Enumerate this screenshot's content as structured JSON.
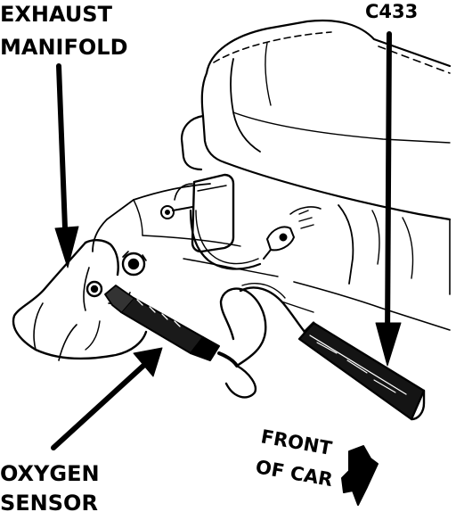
{
  "labels": {
    "exhaust_line1": "EXHAUST",
    "exhaust_line2": "MANIFOLD",
    "connector": "C433",
    "oxygen_line1": "OXYGEN",
    "oxygen_line2": "SENSOR",
    "front_line1": "FRONT",
    "front_line2": "OF CAR"
  },
  "colors": {
    "ink": "#000000",
    "paper": "#ffffff"
  }
}
